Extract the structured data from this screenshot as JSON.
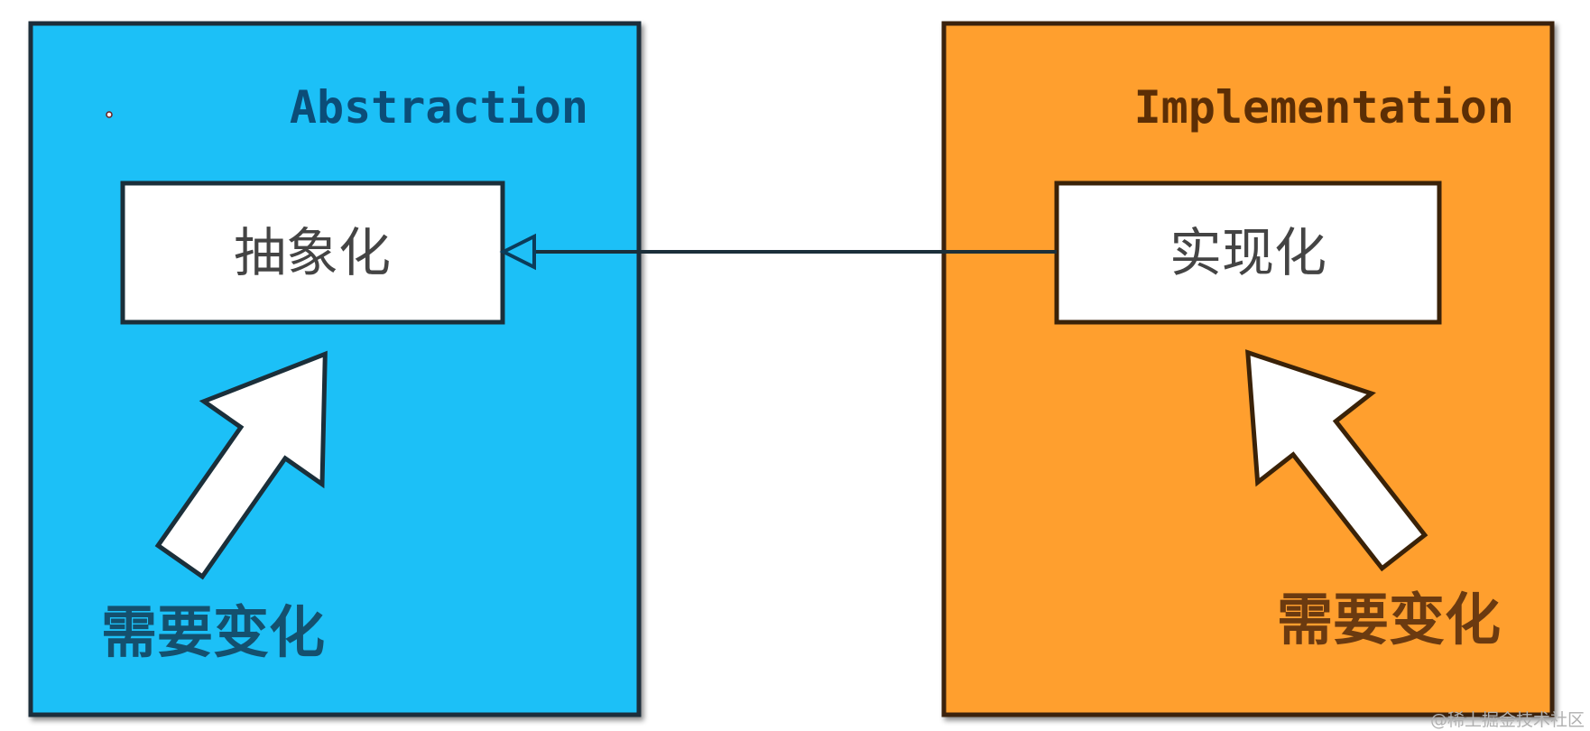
{
  "colors": {
    "abstraction_fill": "#1fc0f7",
    "implementation_fill": "#ff9f2e",
    "abstraction_text": "#0b4d78",
    "implementation_text": "#5c2e05",
    "border": "#1b2f3a",
    "watermark": "#b0b0b0"
  },
  "abstraction": {
    "title": "Abstraction",
    "box_label": "抽象化",
    "change_label": "需要变化"
  },
  "implementation": {
    "title": "Implementation",
    "box_label": "实现化",
    "change_label": "需要变化"
  },
  "connector": {
    "type": "realization",
    "from": "实现化",
    "to": "抽象化"
  },
  "icons": {
    "change_arrow": "thick-arrow"
  },
  "watermark": "@稀土掘金技术社区"
}
